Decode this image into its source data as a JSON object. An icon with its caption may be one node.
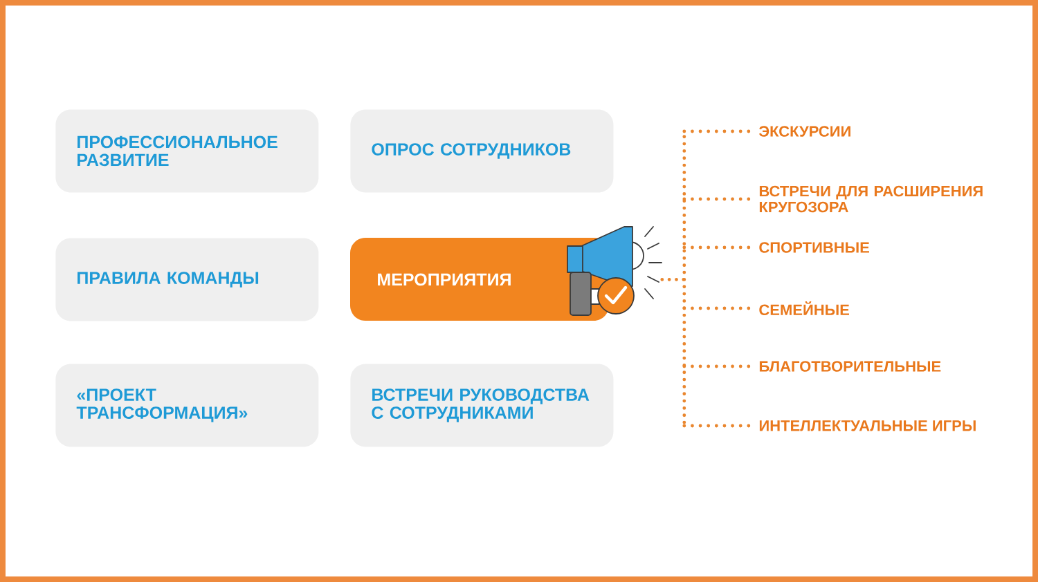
{
  "diagram": {
    "nodes": [
      {
        "text": [
          "ПРОФЕССИОНАЛЬНОЕ РАЗВИТИЕ"
        ]
      },
      {
        "text": [
          "ОПРОС СОТРУДНИКОВ"
        ]
      },
      {
        "text": [
          "ПРАВИЛА КОМАНДЫ"
        ]
      },
      {
        "text": [
          "МЕРОПРИЯТИЯ"
        ]
      },
      {
        "text": [
          "«ПРОЕКТ ТРАНСФОРМАЦИЯ»"
        ]
      },
      {
        "text": [
          "ВСТРЕЧИ РУКОВОДСТВА С СОТРУДНИКАМИ"
        ]
      },
      {
        "text": [
          "ЭКСКУРСИИ"
        ]
      },
      {
        "text": [
          "ВСТРЕЧИ ДЛЯ РАСШИРЕНИЯ КРУГОЗОРА"
        ]
      },
      {
        "text": [
          "СПОРТИВНЫЕ"
        ]
      },
      {
        "text": [
          "СЕМЕЙНЫЕ"
        ]
      },
      {
        "text": [
          "БЛАГОТВОРИТЕЛЬНЫЕ"
        ]
      },
      {
        "text": [
          "ИНТЕЛЛЕКТУАЛЬНЫЕ ИГРЫ"
        ]
      }
    ],
    "edges": [
      {
        "from": 3,
        "to": 6,
        "arrow": "none"
      },
      {
        "from": 3,
        "to": 7,
        "arrow": "none"
      },
      {
        "from": 3,
        "to": 8,
        "arrow": "none"
      },
      {
        "from": 3,
        "to": 9,
        "arrow": "none"
      },
      {
        "from": 3,
        "to": 10,
        "arrow": "none"
      },
      {
        "from": 3,
        "to": 11,
        "arrow": "none"
      }
    ]
  }
}
